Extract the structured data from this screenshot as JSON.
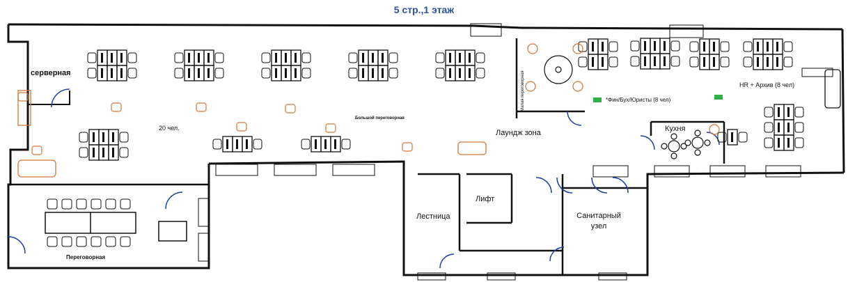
{
  "title": "5 стр.,1 этаж",
  "rooms": {
    "server": "серверная",
    "open_space_count": "20 чел.",
    "big_meeting": "Большой переговорная",
    "lounge": "Лаундж зона",
    "managers": "Малая переговорная",
    "fin_dept": "*Фин/Бух/Юристы (8 чел)",
    "hr": "HR + Архив (8 чел)",
    "kitchen": "Кухня",
    "stairs": "Лестница",
    "lift": "Лифт",
    "wc": "Санитарный узел",
    "meeting": "Переговорная"
  },
  "colors": {
    "wall": "#111111",
    "furniture": "#1a1a1a",
    "accent": "#d2773a",
    "door": "#1f3fa8",
    "title": "#2c4f9e",
    "green": "#2fb14a"
  }
}
